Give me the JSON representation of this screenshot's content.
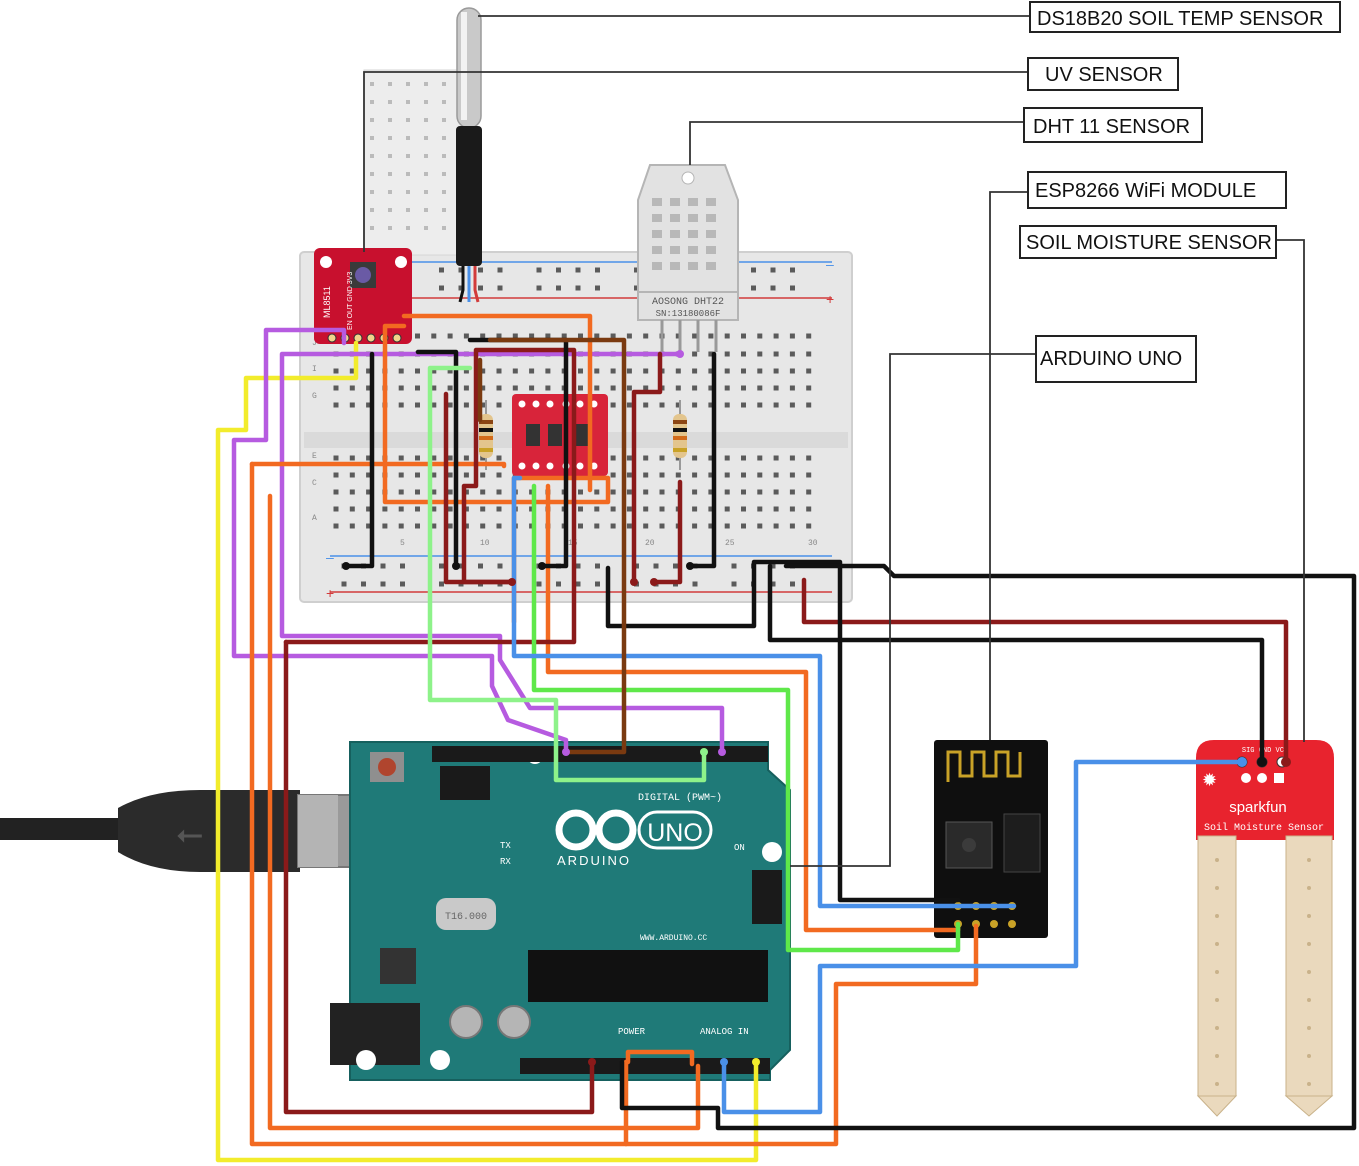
{
  "labels": {
    "ds18b20": "DS18B20 SOIL TEMP SENSOR",
    "uv": "UV SENSOR",
    "dht11": "DHT 11 SENSOR",
    "esp8266": "ESP8266 WiFi MODULE",
    "soil_moisture": "SOIL MOISTURE SENSOR",
    "arduino": "ARDUINO UNO"
  },
  "component_text": {
    "uv_board": "ML8511",
    "uv_pins": "EN OUT GND 3V3",
    "dht_brand": "AOSONG DHT22",
    "dht_serial": "SN:13180086F",
    "arduino_digital": "DIGITAL (PWM~)",
    "arduino_uno": "UNO",
    "arduino_name": "ARDUINO",
    "arduino_power": "POWER",
    "arduino_analog": "ANALOG IN",
    "arduino_tx": "TX",
    "arduino_rx": "RX",
    "arduino_on": "ON",
    "arduino_crystal": "T16.000",
    "arduino_url": "WWW.ARDUINO.CC",
    "sparkfun_brand": "sparkfun",
    "sparkfun_title": "Soil Moisture Sensor",
    "sparkfun_pins": "SIG GND VCC"
  },
  "colors": {
    "yellow": "#f2ec2c",
    "purple": "#b65be0",
    "orange": "#f26a21",
    "darkred": "#8b1a1a",
    "black": "#111111",
    "green": "#5fe84a",
    "lightgreen": "#8ef28a",
    "blue": "#4a90e8",
    "brown": "#7a3a10",
    "arduino_green": "#1e7a78",
    "sparkfun_red": "#e8232e",
    "uv_red": "#c8102e",
    "breadboard": "#e9e9e9"
  }
}
